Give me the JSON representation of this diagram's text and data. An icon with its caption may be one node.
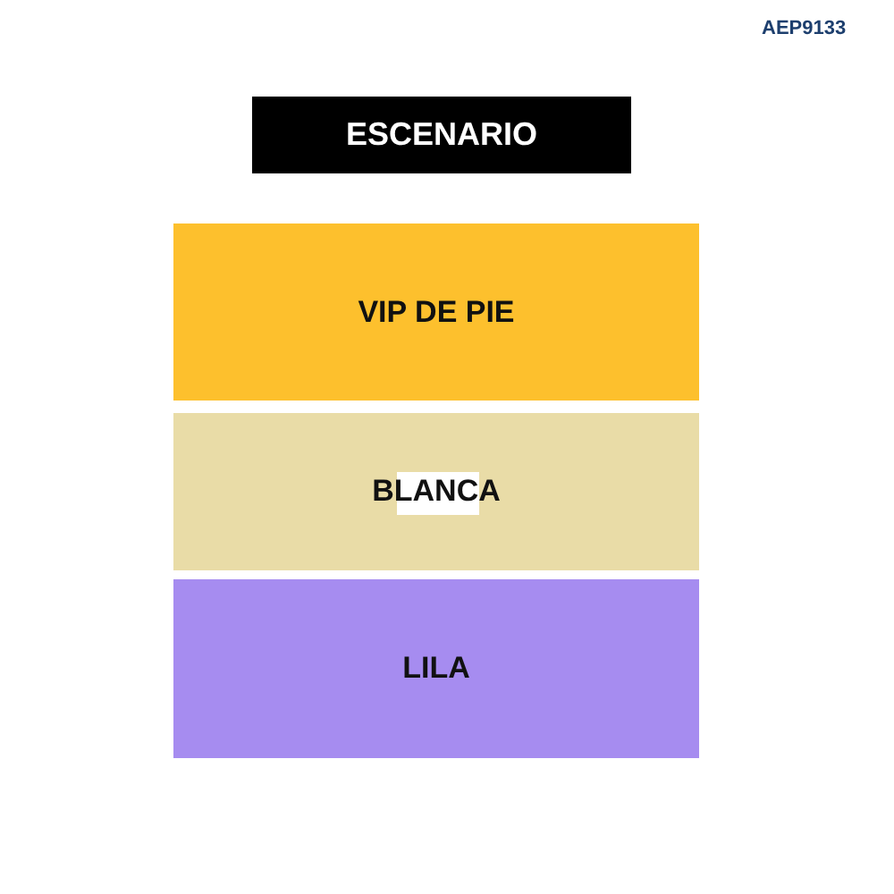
{
  "diagram": {
    "nodes": [
      {
        "text": [
          "ESCENARIO"
        ]
      },
      {
        "text": [
          "VIP DE PIE"
        ]
      },
      {
        "text": [
          "BLANCA"
        ]
      },
      {
        "text": [
          "LILA"
        ]
      }
    ],
    "labels": [
      "AEP9133"
    ]
  }
}
